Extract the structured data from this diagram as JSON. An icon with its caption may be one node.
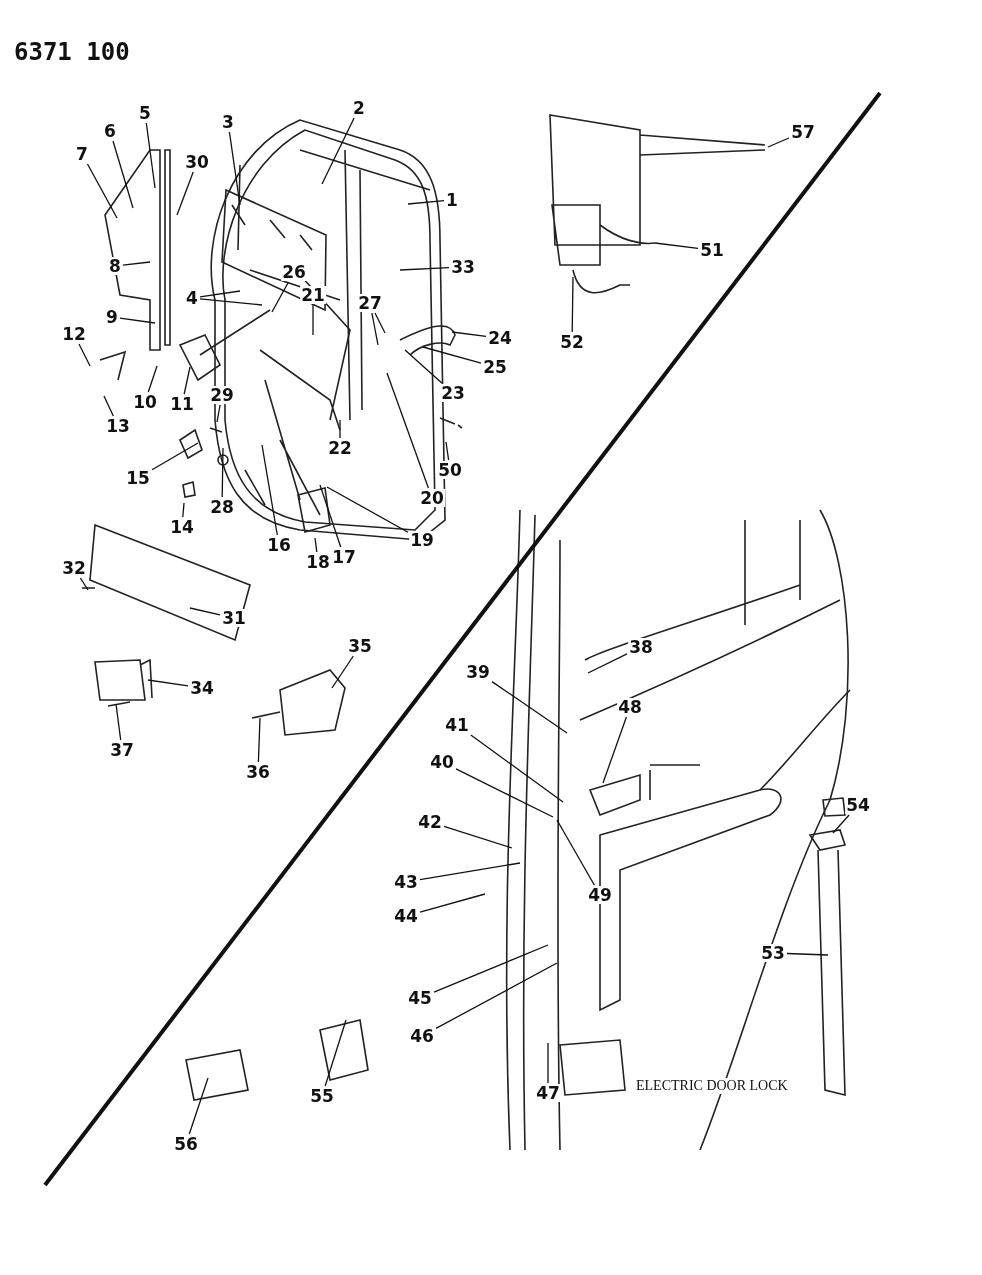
{
  "diagram": {
    "nodes": [
      {
        "text": [
          "1"
        ]
      },
      {
        "text": [
          "2"
        ]
      },
      {
        "text": [
          "3"
        ]
      },
      {
        "text": [
          "4"
        ]
      },
      {
        "text": [
          "5"
        ]
      },
      {
        "text": [
          "6"
        ]
      },
      {
        "text": [
          "7"
        ]
      },
      {
        "text": [
          "8"
        ]
      },
      {
        "text": [
          "9"
        ]
      },
      {
        "text": [
          "10"
        ]
      },
      {
        "text": [
          "11"
        ]
      },
      {
        "text": [
          "12"
        ]
      },
      {
        "text": [
          "13"
        ]
      },
      {
        "text": [
          "14"
        ]
      },
      {
        "text": [
          "15"
        ]
      },
      {
        "text": [
          "16"
        ]
      },
      {
        "text": [
          "17"
        ]
      },
      {
        "text": [
          "18"
        ]
      },
      {
        "text": [
          "19"
        ]
      },
      {
        "text": [
          "20"
        ]
      },
      {
        "text": [
          "21"
        ]
      },
      {
        "text": [
          "22"
        ]
      },
      {
        "text": [
          "23"
        ]
      },
      {
        "text": [
          "24"
        ]
      },
      {
        "text": [
          "25"
        ]
      },
      {
        "text": [
          "26"
        ]
      },
      {
        "text": [
          "27"
        ]
      },
      {
        "text": [
          "28"
        ]
      },
      {
        "text": [
          "29"
        ]
      },
      {
        "text": [
          "30"
        ]
      },
      {
        "text": [
          "31"
        ]
      },
      {
        "text": [
          "32"
        ]
      },
      {
        "text": [
          "33"
        ]
      },
      {
        "text": [
          "34"
        ]
      },
      {
        "text": [
          "35"
        ]
      },
      {
        "text": [
          "36"
        ]
      },
      {
        "text": [
          "37"
        ]
      },
      {
        "text": [
          "38"
        ]
      },
      {
        "text": [
          "39"
        ]
      },
      {
        "text": [
          "40"
        ]
      },
      {
        "text": [
          "41"
        ]
      },
      {
        "text": [
          "42"
        ]
      },
      {
        "text": [
          "43"
        ]
      },
      {
        "text": [
          "44"
        ]
      },
      {
        "text": [
          "45"
        ]
      },
      {
        "text": [
          "46"
        ]
      },
      {
        "text": [
          "47"
        ]
      },
      {
        "text": [
          "48"
        ]
      },
      {
        "text": [
          "49"
        ]
      },
      {
        "text": [
          "50"
        ]
      },
      {
        "text": [
          "51"
        ]
      },
      {
        "text": [
          "52"
        ]
      },
      {
        "text": [
          "53"
        ]
      },
      {
        "text": [
          "54"
        ]
      },
      {
        "text": [
          "55"
        ]
      },
      {
        "text": [
          "56"
        ]
      },
      {
        "text": [
          "57"
        ]
      }
    ],
    "edges": [
      {
        "from": 0,
        "to": null,
        "arrow": "none"
      },
      {
        "from": 1,
        "to": null,
        "arrow": "none"
      },
      {
        "from": 2,
        "to": null,
        "arrow": "none"
      },
      {
        "from": 3,
        "to": null,
        "arrow": "none"
      },
      {
        "from": 3,
        "to": null,
        "arrow": "none"
      },
      {
        "from": 4,
        "to": null,
        "arrow": "none"
      },
      {
        "from": 5,
        "to": null,
        "arrow": "none"
      },
      {
        "from": 6,
        "to": null,
        "arrow": "none"
      },
      {
        "from": 7,
        "to": null,
        "arrow": "none"
      },
      {
        "from": 8,
        "to": null,
        "arrow": "none"
      },
      {
        "from": 9,
        "to": null,
        "arrow": "none"
      },
      {
        "from": 10,
        "to": null,
        "arrow": "none"
      },
      {
        "from": 11,
        "to": null,
        "arrow": "none"
      },
      {
        "from": 12,
        "to": null,
        "arrow": "none"
      },
      {
        "from": 13,
        "to": null,
        "arrow": "none"
      },
      {
        "from": 14,
        "to": null,
        "arrow": "none"
      },
      {
        "from": 15,
        "to": null,
        "arrow": "none"
      },
      {
        "from": 16,
        "to": null,
        "arrow": "none"
      },
      {
        "from": 17,
        "to": null,
        "arrow": "none"
      },
      {
        "from": 18,
        "to": null,
        "arrow": "none"
      },
      {
        "from": 19,
        "to": null,
        "arrow": "none"
      },
      {
        "from": 20,
        "to": null,
        "arrow": "none"
      },
      {
        "from": 21,
        "to": null,
        "arrow": "none"
      },
      {
        "from": 22,
        "to": null,
        "arrow": "none"
      },
      {
        "from": 23,
        "to": null,
        "arrow": "none"
      },
      {
        "from": 24,
        "to": null,
        "arrow": "none"
      },
      {
        "from": 25,
        "to": null,
        "arrow": "none"
      },
      {
        "from": 26,
        "to": null,
        "arrow": "none"
      },
      {
        "from": 26,
        "to": null,
        "arrow": "none"
      },
      {
        "from": 27,
        "to": null,
        "arrow": "none"
      },
      {
        "from": 28,
        "to": null,
        "arrow": "none"
      },
      {
        "from": 29,
        "to": null,
        "arrow": "none"
      },
      {
        "from": 30,
        "to": null,
        "arrow": "none"
      },
      {
        "from": 31,
        "to": null,
        "arrow": "none"
      },
      {
        "from": 32,
        "to": null,
        "arrow": "none"
      },
      {
        "from": 33,
        "to": null,
        "arrow": "none"
      },
      {
        "from": 34,
        "to": null,
        "arrow": "none"
      },
      {
        "from": 35,
        "to": null,
        "arrow": "none"
      },
      {
        "from": 36,
        "to": null,
        "arrow": "none"
      },
      {
        "from": 37,
        "to": null,
        "arrow": "none"
      },
      {
        "from": 38,
        "to": null,
        "arrow": "none"
      },
      {
        "from": 39,
        "to": null,
        "arrow": "none"
      },
      {
        "from": 40,
        "to": null,
        "arrow": "none"
      },
      {
        "from": 41,
        "to": null,
        "arrow": "none"
      },
      {
        "from": 42,
        "to": null,
        "arrow": "none"
      },
      {
        "from": 43,
        "to": null,
        "arrow": "none"
      },
      {
        "from": 44,
        "to": null,
        "arrow": "none"
      },
      {
        "from": 45,
        "to": null,
        "arrow": "none"
      },
      {
        "from": 46,
        "to": null,
        "arrow": "none"
      },
      {
        "from": 47,
        "to": null,
        "arrow": "none"
      },
      {
        "from": 48,
        "to": null,
        "arrow": "none"
      },
      {
        "from": 49,
        "to": null,
        "arrow": "none"
      },
      {
        "from": 50,
        "to": null,
        "arrow": "none"
      },
      {
        "from": 51,
        "to": null,
        "arrow": "none"
      },
      {
        "from": 52,
        "to": null,
        "arrow": "none"
      },
      {
        "from": 53,
        "to": null,
        "arrow": "none"
      },
      {
        "from": 54,
        "to": null,
        "arrow": "none"
      },
      {
        "from": 55,
        "to": null,
        "arrow": "none"
      },
      {
        "from": 56,
        "to": null,
        "arrow": "none"
      }
    ],
    "labels": [
      "6371 100",
      "ELECTRIC DOOR LOCK"
    ]
  }
}
